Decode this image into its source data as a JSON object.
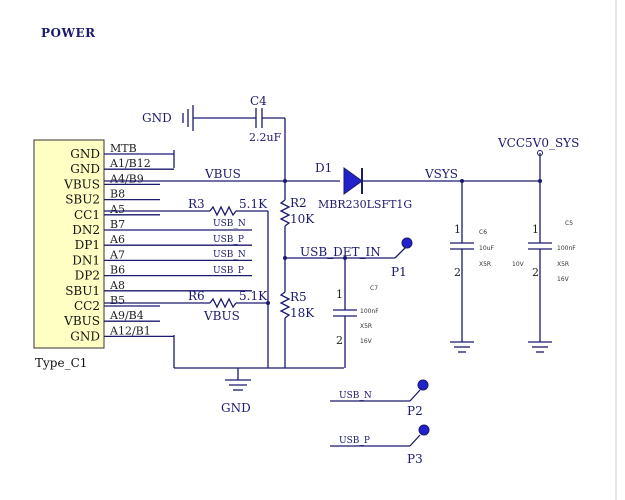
{
  "title": "POWER",
  "connector": {
    "name": "Type_C1",
    "pins": [
      "GND",
      "GND",
      "VBUS",
      "SBU2",
      "CC1",
      "DN2",
      "DP1",
      "DN1",
      "DP2",
      "SBU1",
      "CC2",
      "VBUS",
      "GND"
    ],
    "pin_numbers": [
      "MTB",
      "A1/B12",
      "A4/B9",
      "B8",
      "A5",
      "B7",
      "A6",
      "A7",
      "B6",
      "A8",
      "B5",
      "A9/B4",
      "A12/B1"
    ]
  },
  "nets": {
    "vbus_top": "VBUS",
    "vbus_bottom": "VBUS",
    "vsys": "VSYS",
    "vcc": "VCC5V0_SYS",
    "usb_det": "USB_DET_IN",
    "usb_n_1": "USB_N",
    "usb_p_1": "USB_P",
    "usb_n_2": "USB_N",
    "usb_p_2": "USB_P",
    "usb_n_port": "USB_N",
    "usb_p_port": "USB_P",
    "gnd_top": "GND",
    "gnd_bottom": "GND"
  },
  "components": {
    "c4": {
      "name": "C4",
      "value": "2.2uF"
    },
    "d1": {
      "name": "D1",
      "part": "MBR230LSFT1G"
    },
    "r2": {
      "name": "R2",
      "value": "10K"
    },
    "r3": {
      "name": "R3",
      "value": "5.1K"
    },
    "r5": {
      "name": "R5",
      "value": "18K"
    },
    "r6": {
      "name": "R6",
      "value": "5.1K"
    },
    "c6": {
      "name": "C6",
      "value": "10uF",
      "dielectric": "X5R",
      "voltage": "10V",
      "pin1": "1",
      "pin2": "2"
    },
    "c5": {
      "name": "C5",
      "value": "100nF",
      "dielectric": "X5R",
      "voltage": "16V",
      "pin1": "1",
      "pin2": "2"
    },
    "c7": {
      "name": "C7",
      "value": "100nF",
      "dielectric": "X5R",
      "voltage": "16V",
      "pin1": "1",
      "pin2": "2"
    }
  },
  "testpoints": {
    "p1": "P1",
    "p2": "P2",
    "p3": "P3"
  }
}
